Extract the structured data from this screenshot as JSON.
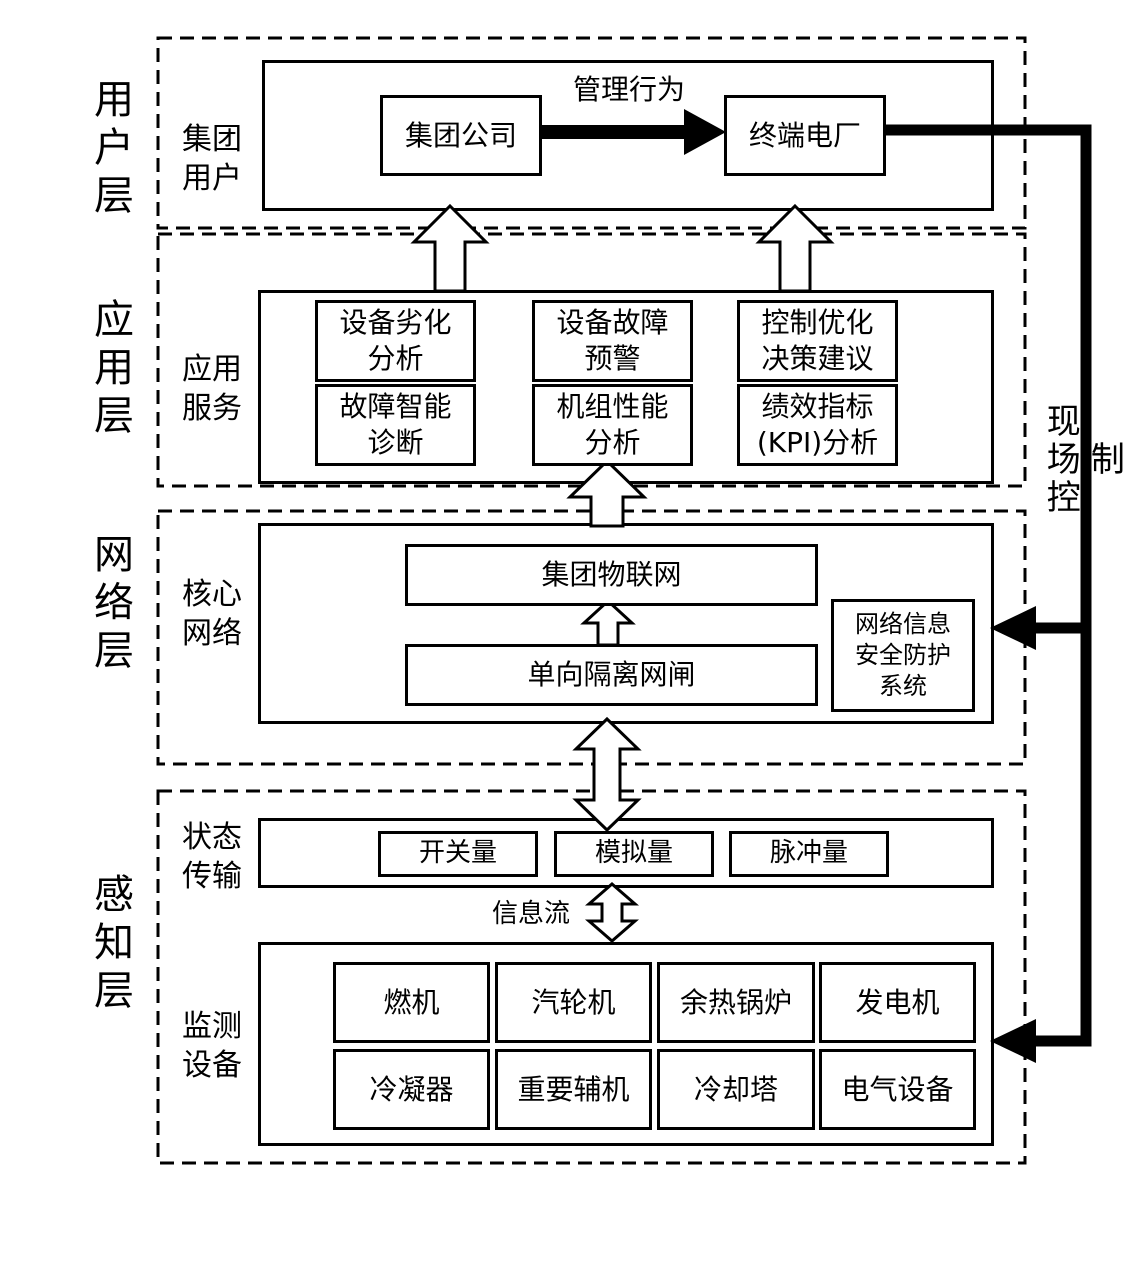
{
  "colors": {
    "line": "#000000",
    "background": "#ffffff"
  },
  "side_labels": {
    "user": "用户层",
    "app": "应用层",
    "network": "网络层",
    "perception": "感知层"
  },
  "right_label": "现场控制",
  "user_layer": {
    "label": "集团\n用户",
    "group_company": "集团公司",
    "arrow_label": "管理行为",
    "terminal_plant": "终端电厂"
  },
  "app_layer": {
    "label": "应用\n服务",
    "services": [
      "设备劣化\n分析",
      "设备故障\n预警",
      "控制优化\n决策建议",
      "故障智能\n诊断",
      "机组性能\n分析",
      "绩效指标\n(KPI)分析"
    ]
  },
  "network_layer": {
    "label": "核心\n网络",
    "iot": "集团物联网",
    "gateway": "单向隔离网闸",
    "security": "网络信息\n安全防护\n系统"
  },
  "perception_layer": {
    "transmission_label": "状态\n传输",
    "signals": [
      "开关量",
      "模拟量",
      "脉冲量"
    ],
    "info_flow": "信息流",
    "monitor_label": "监测\n设备",
    "devices": [
      "燃机",
      "汽轮机",
      "余热锅炉",
      "发电机",
      "冷凝器",
      "重要辅机",
      "冷却塔",
      "电气设备"
    ]
  }
}
